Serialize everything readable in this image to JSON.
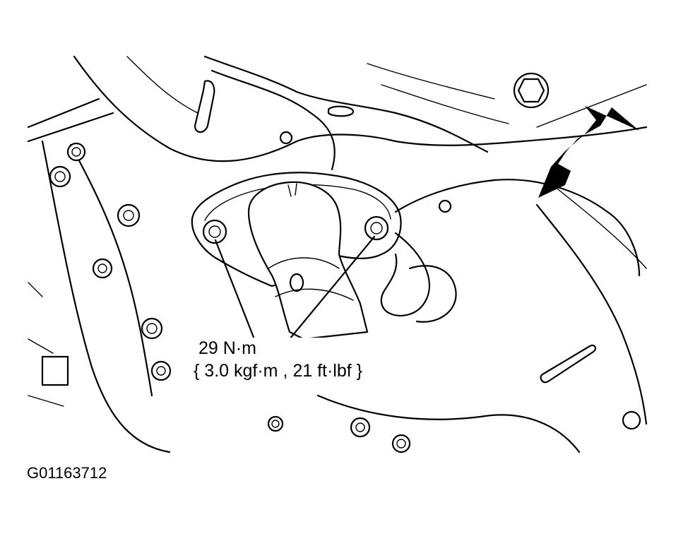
{
  "diagram": {
    "torque_value": "29 N·m",
    "torque_conversion": "{ 3.0 kgf·m , 21 ft·lbf }",
    "figure_id": "G01163712"
  },
  "icons": {
    "direction_arrow": "view-direction-arrow-icon",
    "bolt": "hex-bolt-icon"
  }
}
